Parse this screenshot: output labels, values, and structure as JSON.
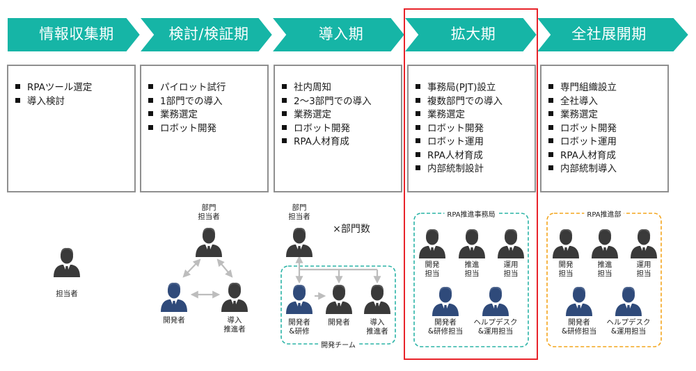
{
  "phases": [
    {
      "name": "情報収集期",
      "items": [
        "RPAツール選定",
        "導入検討"
      ]
    },
    {
      "name": "検討/検証期",
      "items": [
        "パイロット試行",
        "1部門での導入",
        "業務選定",
        "ロボット開発"
      ]
    },
    {
      "name": "導入期",
      "items": [
        "社内周知",
        "2～3部門での導入",
        "業務選定",
        "ロボット開発",
        "RPA人材育成"
      ]
    },
    {
      "name": "拡大期",
      "items": [
        "事務局(PJT)設立",
        "複数部門での導入",
        "業務選定",
        "ロボット開発",
        "ロボット運用",
        "RPA人材育成",
        "内部統制設計"
      ]
    },
    {
      "name": "全社展開期",
      "items": [
        "専門組織設立",
        "全社導入",
        "業務選定",
        "ロボット開発",
        "ロボット運用",
        "RPA人材育成",
        "内部統制導入"
      ]
    }
  ],
  "org": {
    "p1": {
      "person": "担当者"
    },
    "p2": {
      "top": "部門\n担当者",
      "left": "開発者",
      "right": "導入\n推進者"
    },
    "p3": {
      "top": "部門\n担当者",
      "multiplier": "×部門数",
      "team": "開発チーム",
      "members": [
        "開発者\n&研修",
        "開発者",
        "導入\n推進者"
      ]
    },
    "p4": {
      "group": "RPA推進事務局",
      "row1": [
        "開発\n担当",
        "推進\n担当",
        "運用\n担当"
      ],
      "row2": [
        "開発者\n&研修担当",
        "ヘルプデスク\n&運用担当"
      ]
    },
    "p5": {
      "group": "RPA推進部",
      "row1": [
        "開発\n担当",
        "推進\n担当",
        "運用\n担当"
      ],
      "row2": [
        "開発者\n&研修担当",
        "ヘルプデスク\n&運用担当"
      ]
    }
  },
  "colors": {
    "banner": "#16b5a6",
    "banner_text": "#ffffff",
    "highlight": "#e8232a",
    "teal_dash": "#2ab3a6",
    "orange_dash": "#f3a51c",
    "person_dark": "#3a3a3a",
    "person_blue": "#2f4a7a",
    "arrow": "#bdbdbd"
  },
  "icons": [
    "person-icon",
    "chevron-arrow-icon",
    "double-arrow-icon"
  ]
}
